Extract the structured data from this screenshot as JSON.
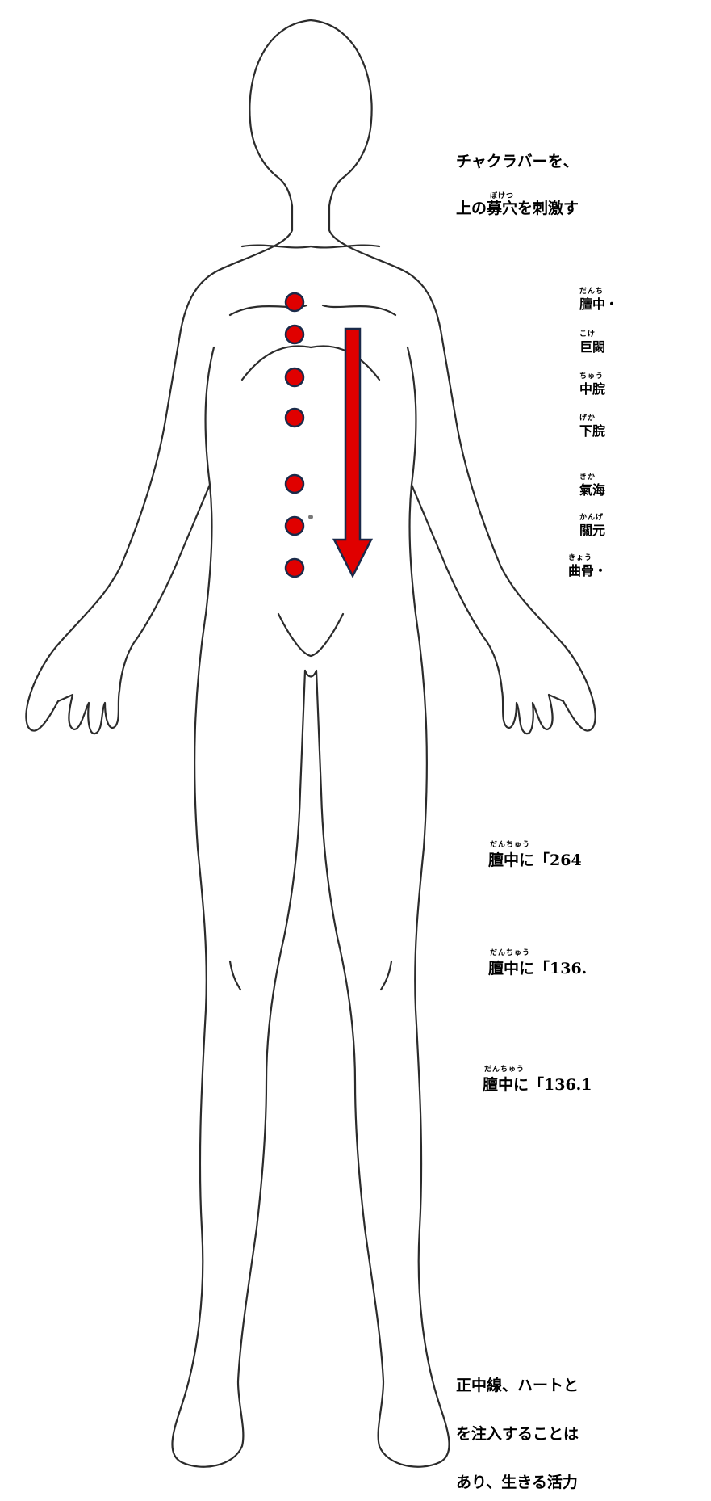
{
  "intro": {
    "line1": "チャクラバーを、",
    "line2_pre": "上の",
    "line2_word": "募穴",
    "line2_post": "を刺激す",
    "ruby_bokketsu": "ぼけつ"
  },
  "points": [
    {
      "label": "膻中",
      "ruby": "だんち",
      "tail": "・"
    },
    {
      "label": "巨闕",
      "ruby": "こけ",
      "tail": ""
    },
    {
      "label": "中脘",
      "ruby": "ちゅう",
      "tail": ""
    },
    {
      "label": "下脘",
      "ruby": "げか",
      "tail": ""
    },
    {
      "label": "氣海",
      "ruby": "きか",
      "tail": ""
    },
    {
      "label": "關元",
      "ruby": "かんげ",
      "tail": ""
    },
    {
      "label": "曲骨",
      "ruby": "きょう",
      "tail": "・"
    }
  ],
  "steps": [
    {
      "word": "膻中",
      "ruby": "だんちゅう",
      "text": "に「264"
    },
    {
      "word": "膻中",
      "ruby": "だんちゅう",
      "text": "に「136."
    },
    {
      "word": "膻中",
      "ruby": "だんちゅう",
      "text": "に「136.1"
    }
  ],
  "closing": {
    "line1": "正中線、ハートと",
    "line2": "を注入することは",
    "line3": "あり、生きる活力"
  },
  "colors": {
    "dot": "#e00000",
    "arrow": "#e00000",
    "outline": "#1a2a4a"
  }
}
